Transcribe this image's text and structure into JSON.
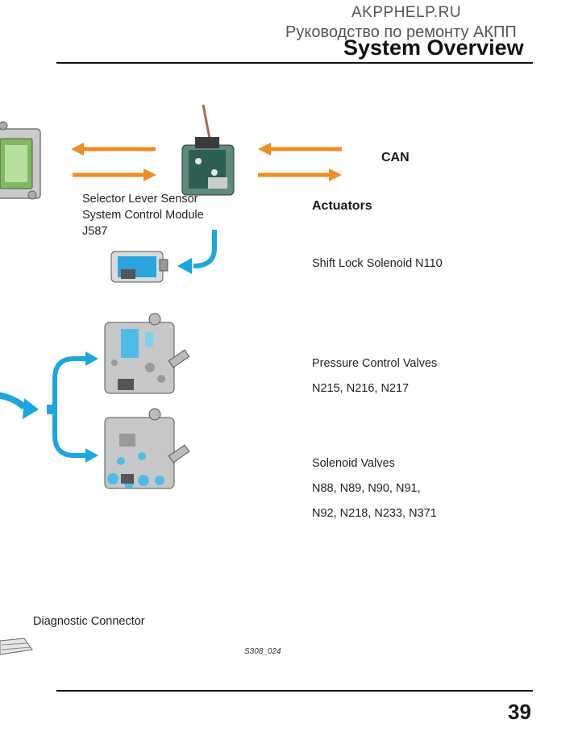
{
  "watermark": {
    "site": "AKPPHELP.RU",
    "subtitle": "Руководство по ремонту АКПП"
  },
  "header": {
    "title": "System Overview"
  },
  "labels": {
    "selector_lever": [
      "Selector Lever Sensor",
      "System Control Module",
      "J587"
    ],
    "can": "CAN",
    "actuators": "Actuators",
    "shift_lock": "Shift Lock Solenoid N110",
    "pressure_control_title": "Pressure Control Valves",
    "pressure_control_ids": "N215, N216, N217",
    "solenoid_title": "Solenoid Valves",
    "solenoid_ids_1": "N88, N89, N90, N91,",
    "solenoid_ids_2": "N92, N218, N233, N371",
    "diagnostic": "Diagnostic Connector",
    "figure_id": "S308_024"
  },
  "footer": {
    "page_number": "39"
  },
  "colors": {
    "can_arrow": "#ef8c22",
    "signal_arrow": "#1aa7e0",
    "module_green": "#8cc870"
  }
}
